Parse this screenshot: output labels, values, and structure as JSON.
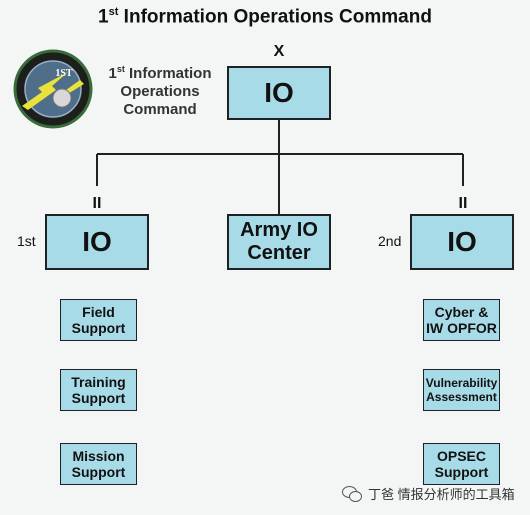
{
  "header": {
    "title_prefix": "1",
    "title_sup": "st",
    "title_rest": " Information Operations Command"
  },
  "logo": {
    "emblem_text": "1ST",
    "label_prefix": "1",
    "label_sup": "st",
    "label_line1_rest": " Information",
    "label_line2": "Operations",
    "label_line3": "Command"
  },
  "top_node": {
    "echelon": "X",
    "label": "IO"
  },
  "left_node": {
    "echelon": "II",
    "side_label": "1st",
    "label": "IO"
  },
  "center_node": {
    "line1": "Army IO",
    "line2": "Center"
  },
  "right_node": {
    "echelon": "II",
    "side_label": "2nd",
    "label": "IO"
  },
  "left_subunits": [
    {
      "line1": "Field",
      "line2": "Support"
    },
    {
      "line1": "Training",
      "line2": "Support"
    },
    {
      "line1": "Mission",
      "line2": "Support"
    }
  ],
  "right_subunits": [
    {
      "line1": "Cyber &",
      "line2": "IW OPFOR"
    },
    {
      "line1": "Vulnerability",
      "line2": "Assessment"
    },
    {
      "line1": "OPSEC",
      "line2": "Support"
    }
  ],
  "watermark": {
    "text": "丁爸 情报分析师的工具箱"
  },
  "colors": {
    "box_fill": "#a8dbe8",
    "box_border": "#1f2124",
    "background": "#f4f6f5"
  }
}
